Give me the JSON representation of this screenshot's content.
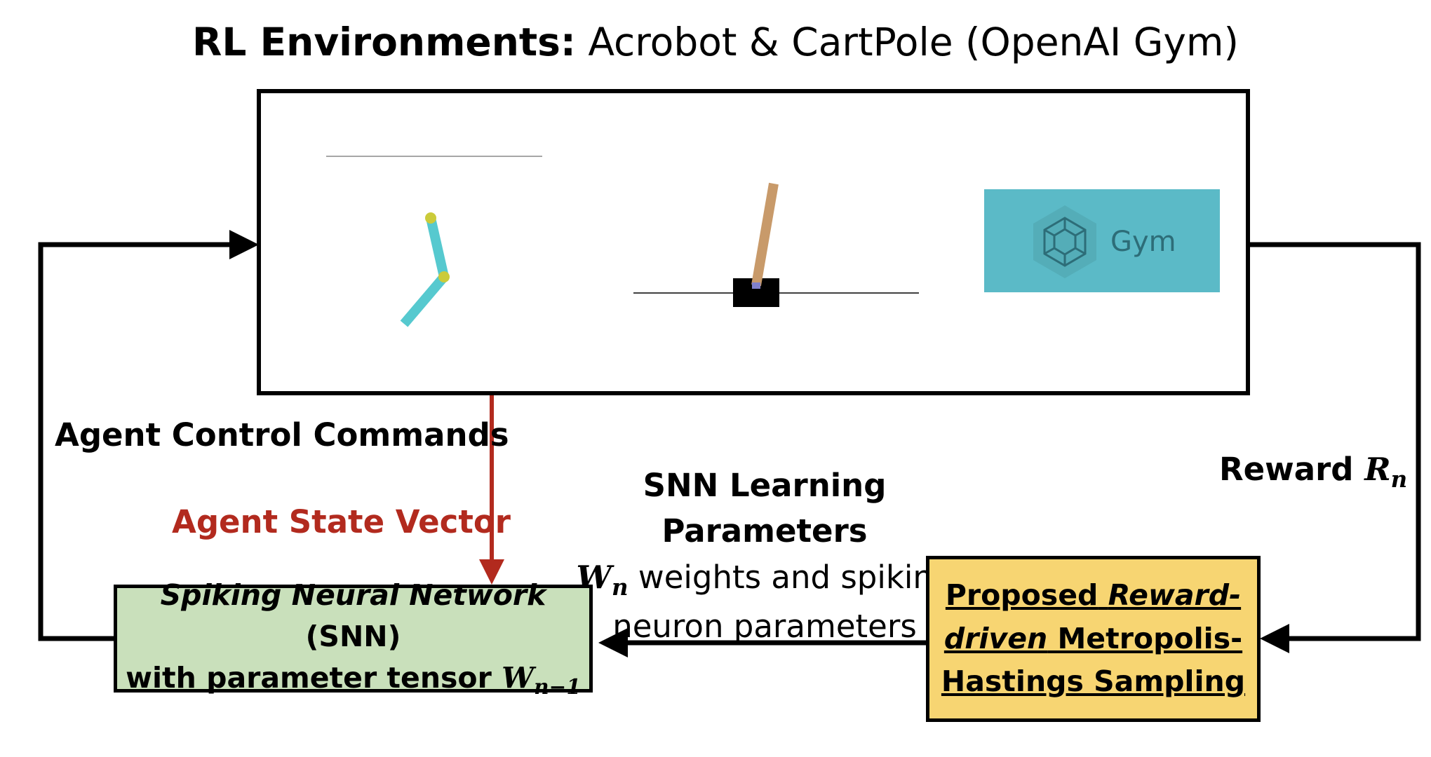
{
  "title": {
    "bold": "RL Environments:",
    "rest": "Acrobot & CartPole (OpenAI Gym)"
  },
  "labels": {
    "agent_control": "Agent Control Commands",
    "agent_state": "Agent State Vector",
    "reward": "Reward",
    "reward_math": "R",
    "reward_sub": "n"
  },
  "snn_params": {
    "heading": "SNN Learning Parameters",
    "math": "W",
    "math_sub": "n",
    "line2_rest": "weights and spiking",
    "line3": "neuron parameters"
  },
  "snn_box": {
    "italic": "Spiking Neural Network",
    "rest": "(SNN)",
    "line2": "with parameter tensor",
    "math": "W",
    "math_sub": "n−1"
  },
  "mh_box": {
    "line1_plain": "Proposed",
    "line1_italic": "Reward-",
    "line2_italic": "driven",
    "line2_plain": "Metropolis-",
    "line3": "Hastings Sampling"
  },
  "gym_logo": {
    "label": "Gym"
  },
  "colors": {
    "snn_box": "#c9e0bb",
    "mh_box": "#f7d572",
    "state_arrow": "#b22a1e",
    "gym_bg": "#5bbac7",
    "acrobot_link": "#56c9cf",
    "acrobot_joint": "#cbcb3a",
    "pole": "#c89a6a",
    "cart": "#000000"
  }
}
